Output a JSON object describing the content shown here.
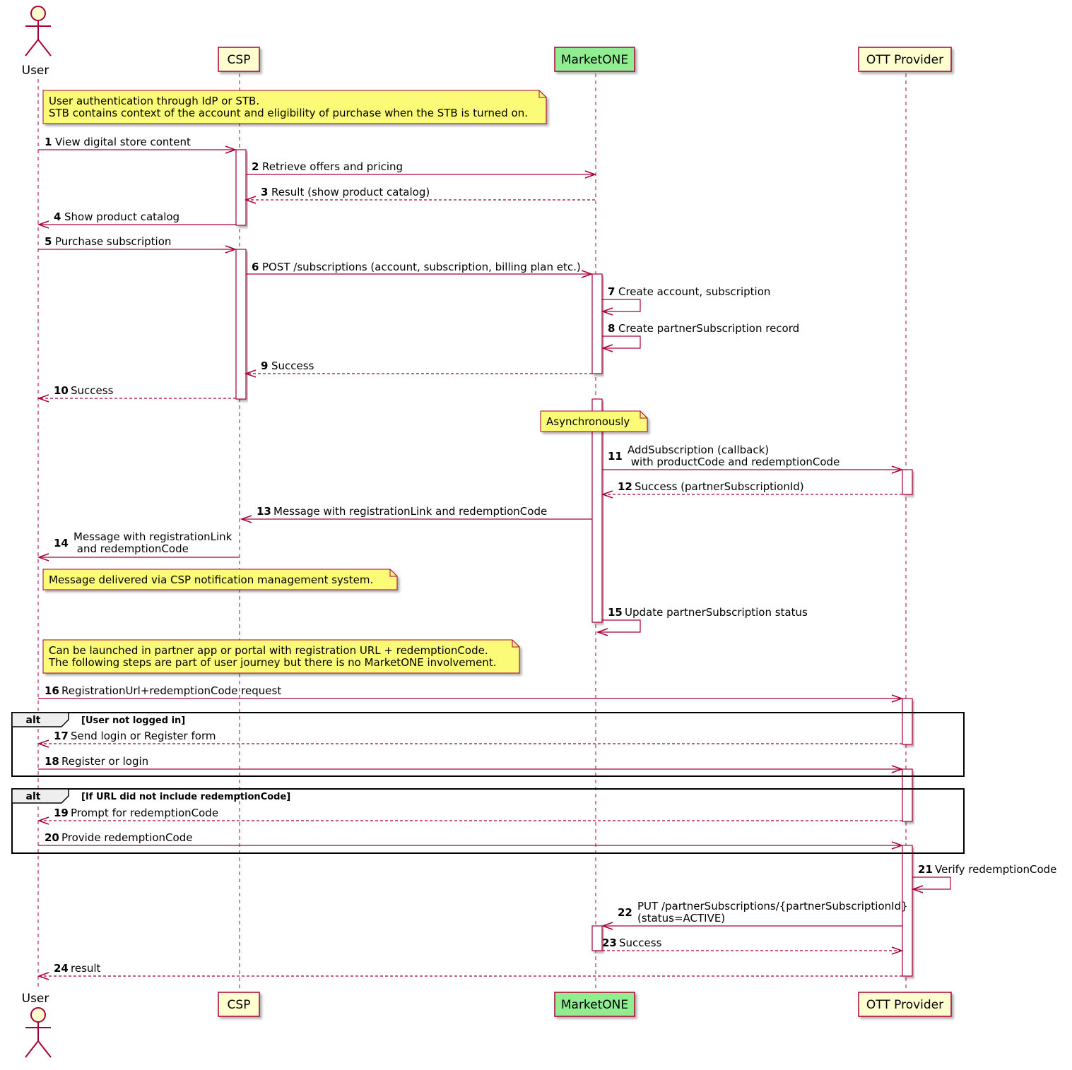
{
  "participants": [
    {
      "id": "user",
      "label": "User",
      "kind": "actor"
    },
    {
      "id": "csp",
      "label": "CSP",
      "kind": "box"
    },
    {
      "id": "m1",
      "label": "MarketONE",
      "kind": "box"
    },
    {
      "id": "ott",
      "label": "OTT Provider",
      "kind": "box"
    }
  ],
  "colors": {
    "arrow": "#a80036",
    "participant_fill": "#fefece",
    "marketone_fill": "#90ee90",
    "note_fill": "#fbfb77",
    "lifeline": "#a80036"
  },
  "notes": [
    {
      "id": "n1",
      "lines": [
        "User authentication through IdP or STB.",
        "STB contains context of the account and eligibility of purchase when the STB is turned on."
      ]
    },
    {
      "id": "n2",
      "lines": [
        "Asynchronously"
      ]
    },
    {
      "id": "n3",
      "lines": [
        "Message delivered via CSP notification management system."
      ]
    },
    {
      "id": "n4",
      "lines": [
        "Can be launched in partner app or portal with registration URL + redemptionCode.",
        "The following steps are part of user journey but there is no MarketONE involvement."
      ]
    }
  ],
  "messages": [
    {
      "n": "1",
      "lines": [
        "View digital store content"
      ],
      "from": "user",
      "to": "csp",
      "dashed": false
    },
    {
      "n": "2",
      "lines": [
        "Retrieve offers and pricing"
      ],
      "from": "csp",
      "to": "m1",
      "dashed": false
    },
    {
      "n": "3",
      "lines": [
        "Result (show product catalog)"
      ],
      "from": "m1",
      "to": "csp",
      "dashed": true
    },
    {
      "n": "4",
      "lines": [
        "Show product catalog"
      ],
      "from": "csp",
      "to": "user",
      "dashed": false
    },
    {
      "n": "5",
      "lines": [
        "Purchase subscription"
      ],
      "from": "user",
      "to": "csp",
      "dashed": false
    },
    {
      "n": "6",
      "lines": [
        "POST /subscriptions (account, subscription, billing plan etc.)"
      ],
      "from": "csp",
      "to": "m1",
      "dashed": false
    },
    {
      "n": "7",
      "lines": [
        "Create account, subscription"
      ],
      "from": "m1",
      "to": "m1",
      "dashed": false
    },
    {
      "n": "8",
      "lines": [
        "Create partnerSubscription record"
      ],
      "from": "m1",
      "to": "m1",
      "dashed": false
    },
    {
      "n": "9",
      "lines": [
        "Success"
      ],
      "from": "m1",
      "to": "csp",
      "dashed": true
    },
    {
      "n": "10",
      "lines": [
        "Success"
      ],
      "from": "csp",
      "to": "user",
      "dashed": true
    },
    {
      "n": "11",
      "lines": [
        "AddSubscription (callback)",
        " with productCode and redemptionCode"
      ],
      "from": "m1",
      "to": "ott",
      "dashed": false
    },
    {
      "n": "12",
      "lines": [
        "Success (partnerSubscriptionId)"
      ],
      "from": "ott",
      "to": "m1",
      "dashed": true
    },
    {
      "n": "13",
      "lines": [
        "Message with registrationLink and redemptionCode"
      ],
      "from": "m1",
      "to": "csp",
      "dashed": false
    },
    {
      "n": "14",
      "lines": [
        "Message with registrationLink",
        " and redemptionCode"
      ],
      "from": "csp",
      "to": "user",
      "dashed": false
    },
    {
      "n": "15",
      "lines": [
        "Update partnerSubscription status"
      ],
      "from": "m1",
      "to": "m1",
      "dashed": false
    },
    {
      "n": "16",
      "lines": [
        "RegistrationUrl+redemptionCode request"
      ],
      "from": "user",
      "to": "ott",
      "dashed": false
    },
    {
      "n": "17",
      "lines": [
        "Send login or Register form"
      ],
      "from": "ott",
      "to": "user",
      "dashed": true
    },
    {
      "n": "18",
      "lines": [
        "Register or login"
      ],
      "from": "user",
      "to": "ott",
      "dashed": false
    },
    {
      "n": "19",
      "lines": [
        "Prompt for redemptionCode"
      ],
      "from": "ott",
      "to": "user",
      "dashed": true
    },
    {
      "n": "20",
      "lines": [
        "Provide redemptionCode"
      ],
      "from": "user",
      "to": "ott",
      "dashed": false
    },
    {
      "n": "21",
      "lines": [
        "Verify redemptionCode"
      ],
      "from": "ott",
      "to": "ott",
      "dashed": false
    },
    {
      "n": "22",
      "lines": [
        "PUT /partnerSubscriptions/{partnerSubscriptionId}",
        "(status=ACTIVE)"
      ],
      "from": "ott",
      "to": "m1",
      "dashed": false
    },
    {
      "n": "23",
      "lines": [
        "Success"
      ],
      "from": "m1",
      "to": "ott",
      "dashed": true
    },
    {
      "n": "24",
      "lines": [
        "result"
      ],
      "from": "ott",
      "to": "user",
      "dashed": true
    }
  ],
  "fragments": [
    {
      "id": "f1",
      "keyword": "alt",
      "condition": "[User not logged in]"
    },
    {
      "id": "f2",
      "keyword": "alt",
      "condition": "[If URL did not include redemptionCode]"
    }
  ]
}
